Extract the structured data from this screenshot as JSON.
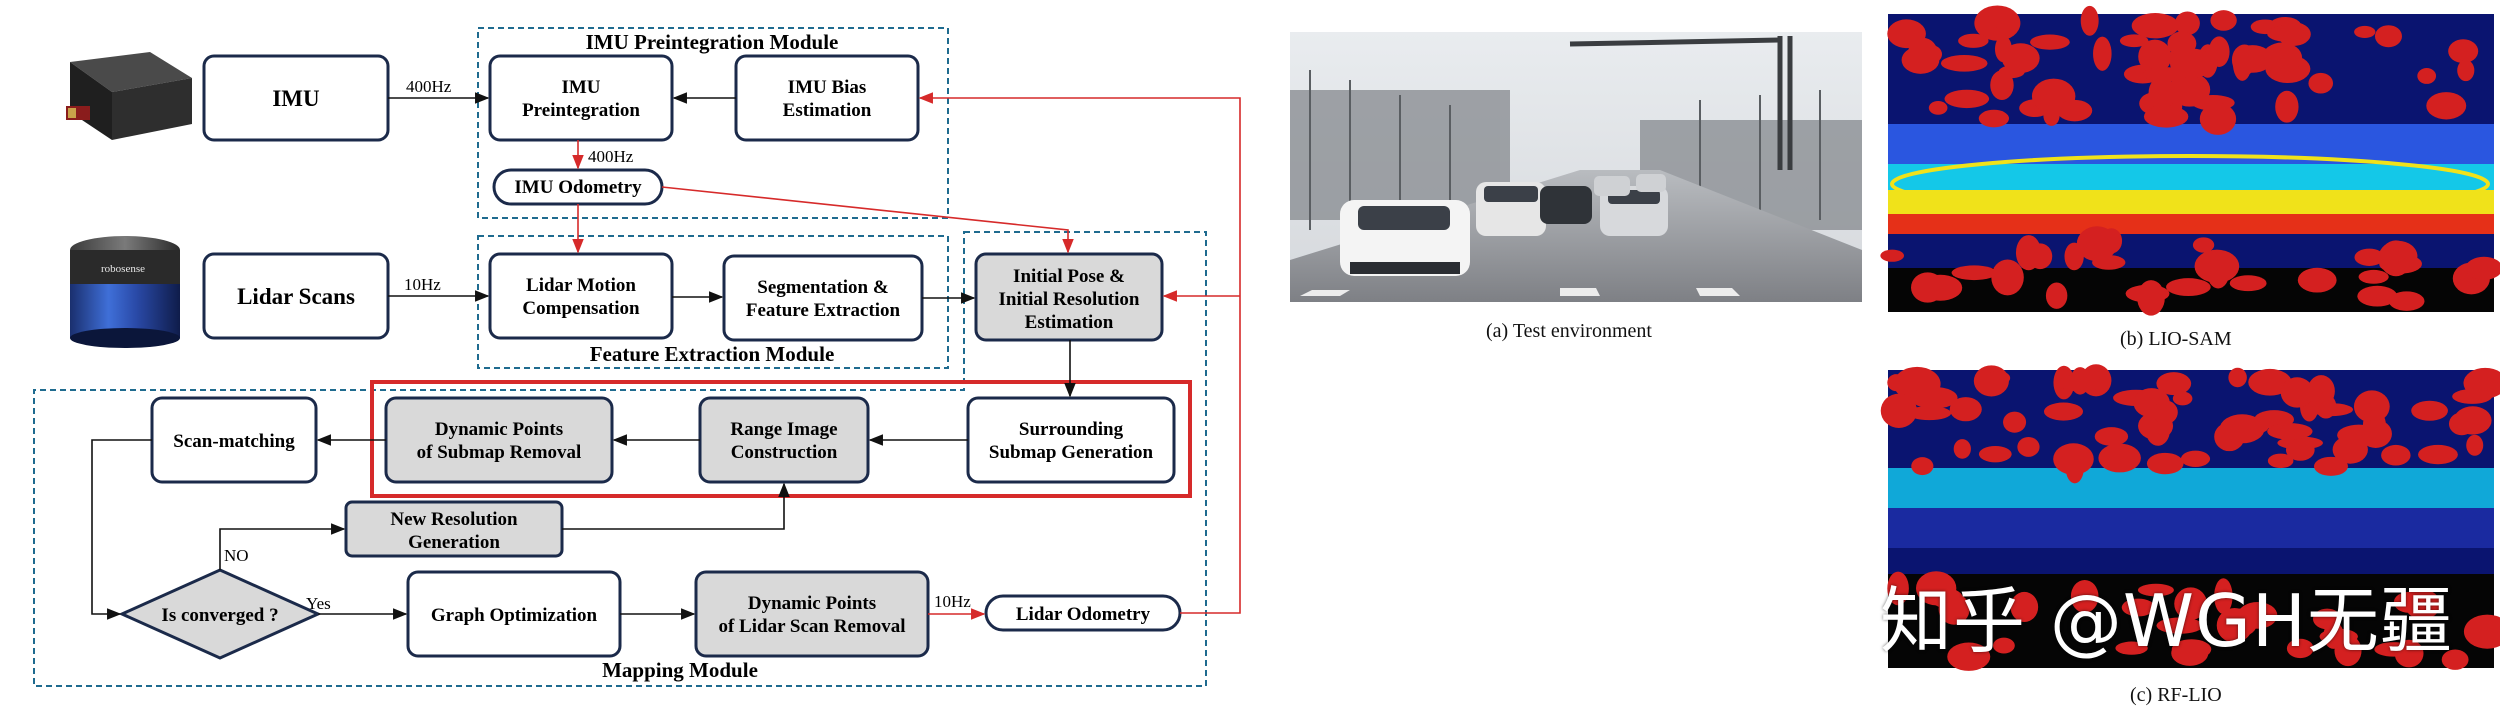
{
  "colors": {
    "module_border": "#1f6b8f",
    "node_border": "#1b2a4a",
    "node_fill_gray": "#d9d9d9",
    "arrow": "#111111",
    "red": "#d62a2a"
  },
  "modules": {
    "imu_preintegration": "IMU Preintegration Module",
    "feature_extraction": "Feature Extraction Module",
    "mapping": "Mapping Module"
  },
  "nodes": {
    "imu": "IMU",
    "lidar_scans": "Lidar Scans",
    "imu_preintegration": [
      "IMU",
      "Preintegration"
    ],
    "imu_bias": [
      "IMU Bias",
      "Estimation"
    ],
    "imu_odometry": "IMU Odometry",
    "motion_comp": [
      "Lidar Motion",
      "Compensation"
    ],
    "segmentation": [
      "Segmentation &",
      "Feature Extraction"
    ],
    "initial_pose": [
      "Initial Pose &",
      "Initial Resolution",
      "Estimation"
    ],
    "surrounding": [
      "Surrounding",
      "Submap Generation"
    ],
    "range_image": [
      "Range Image",
      "Construction"
    ],
    "dyn_submap": [
      "Dynamic Points",
      "of Submap Removal"
    ],
    "scan_matching": "Scan-matching",
    "new_resolution": [
      "New Resolution",
      "Generation"
    ],
    "is_converged": "Is converged ?",
    "graph_opt": "Graph Optimization",
    "dyn_scan": [
      "Dynamic Points",
      "of Lidar Scan Removal"
    ],
    "lidar_odometry": "Lidar Odometry"
  },
  "edge_labels": {
    "imu_rate": "400Hz",
    "lidar_rate": "10Hz",
    "odom_rate": "400Hz",
    "out_rate": "10Hz",
    "no": "NO",
    "yes": "Yes"
  },
  "icons": {
    "imu_device": "imu-sensor-icon",
    "lidar_device": "lidar-sensor-icon",
    "lidar_brand": "robosense"
  },
  "figures": {
    "a_caption": "(a) Test environment",
    "b_caption": "(b) LIO-SAM",
    "c_caption": "(c) RF-LIO"
  },
  "watermark": "知乎 @WGH无疆"
}
